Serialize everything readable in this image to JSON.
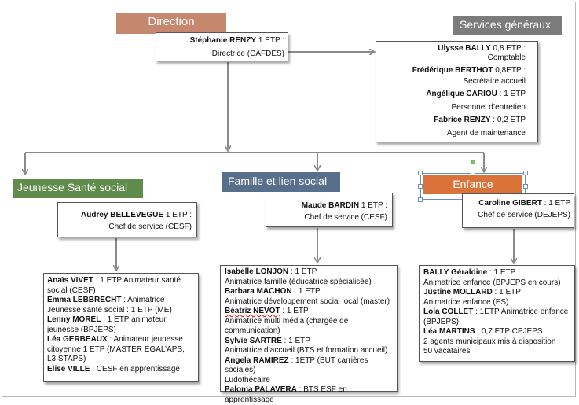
{
  "colors": {
    "direction_header": "#c6876f",
    "services_header": "#7b7b7b",
    "jeunesse_header": "#5f8c4a",
    "famille_header": "#586f8c",
    "enfance_header": "#d9733a",
    "connector": "#8a8a8a"
  },
  "direction": {
    "title": "Direction",
    "name": "Stéphanie RENZY",
    "etp": " 1 ETP :",
    "role": "Directrice (CAFDES)"
  },
  "services": {
    "title": "Services généraux",
    "staff": [
      {
        "name": "Ulysse BALLY",
        "etp": " 0,8 ETP :",
        "role": "Comptable"
      },
      {
        "name": "Frédérique BERTHOT",
        "etp": " 0,8ETP :",
        "role": "Secrétaire accueil"
      },
      {
        "name": "Angélique CARIOU",
        "etp": " : 1 ETP",
        "role": "Personnel d’entretien"
      },
      {
        "name": "Fabrice RENZY",
        "etp": " : 0,2 ETP",
        "role": "Agent de maintenance"
      }
    ]
  },
  "jeunesse": {
    "title": "Jeunesse Santé social",
    "lead_name": "Audrey BELLEVEGUE",
    "lead_etp": " 1 ETP :",
    "lead_role": "Chef de service (CESF)",
    "staff": [
      {
        "name": "Anaïs VIVET",
        "desc": " : 1 ETP Animateur santé social (CESF)"
      },
      {
        "name": "Emma LEBBRECHT",
        "desc": " : Animatrice Jeunesse santé social : 1 ETP (ME)"
      },
      {
        "name": "Lenny MOREL",
        "desc": " : 1 ETP animateur jeunesse (BPJEPS)"
      },
      {
        "name": "Léa GERBEAUX",
        "desc": " : Animateur jeunesse citoyenne 1 ETP (MASTER EGAL’APS, L3 STAPS)"
      },
      {
        "name": "Elise VILLE",
        "desc": " : CESF en apprentissage"
      }
    ]
  },
  "famille": {
    "title": "Famille et lien social",
    "lead_name": "Maude BARDIN",
    "lead_etp": " 1 ETP :",
    "lead_role": "Chef de service (CESF)",
    "staff": [
      {
        "name": "Isabelle LONJON",
        "etp": " : 1 ETP",
        "role": "Animatrice famille (éducatrice spécialisée)"
      },
      {
        "name": "Barbara MACHON",
        "etp": " : 1 ETP",
        "role": "Animatrice développement social local (master)"
      },
      {
        "name": "Béatriz NEVOT",
        "etp": " : 1 ETP",
        "role": "Animatrice multi média (chargée de communication)"
      },
      {
        "name": "Sylvie SARTRE",
        "etp": " : 1 ETP",
        "role": "Animatrice d’accueil (BTS et formation accueil)"
      },
      {
        "name": "Angela RAMIREZ",
        "etp": " : 1ETP (BUT carrières sociales)",
        "role": "Ludothécaire"
      },
      {
        "name": "Paloma PALAVERA",
        "etp": " : BTS ESF en apprentissage",
        "role": ""
      }
    ]
  },
  "enfance": {
    "title": "Enfance",
    "lead_name": "Caroline GIBERT",
    "lead_etp": " : 1 ETP",
    "lead_role": "Chef de service (DEJEPS)",
    "staff": [
      {
        "name": "BALLY Géraldine",
        "desc": " : 1 ETP",
        "role": "Animatrice enfance (BPJEPS en cours)"
      },
      {
        "name": "Justine MOLLARD",
        "desc": " : 1 ETP",
        "role": "Animatrice enfance (ES)"
      },
      {
        "name": "Lola COLLET",
        "desc": " : 1ETP Animatrice enfance (BPJEPS)",
        "role": ""
      },
      {
        "name": "Léa MARTINS",
        "desc": " : 0,7 ETP CPJEPS",
        "role": ""
      }
    ],
    "extra": [
      "2 agents municipaux mis à disposition",
      "50 vacataires"
    ]
  }
}
